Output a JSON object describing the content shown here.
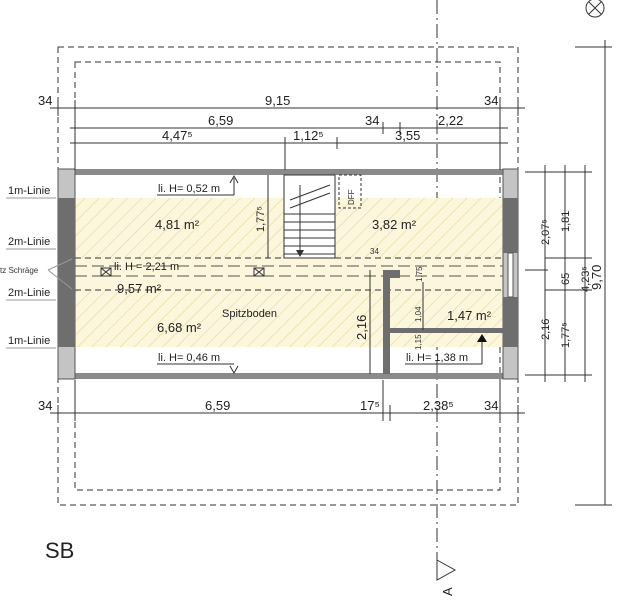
{
  "plan_label": "SB",
  "section_marker": "A",
  "dimensions_top": {
    "row1": [
      "34",
      "9,15",
      "34"
    ],
    "row2": [
      "6,59",
      "34",
      "2,22"
    ],
    "row3": [
      "4,47⁵",
      "1,12⁵",
      "3,55"
    ]
  },
  "dimensions_bottom": [
    "34",
    "6,59",
    "17⁵",
    "2,38⁵",
    "34"
  ],
  "dimensions_right": [
    "2,07⁵",
    "1,81",
    "65",
    "4,23⁵",
    "2,16",
    "1,77⁵",
    "9,70"
  ],
  "dimensions_inner": {
    "stair": "1,77⁵",
    "wall_gap": "34",
    "small": "1,75",
    "partition_height": "2,16",
    "partition_gap": "1,04",
    "bottom_small": "1,15"
  },
  "left_labels": [
    "1m-Linie",
    "2m-Linie",
    "tz Schräge",
    "2m-Linie",
    "1m-Linie"
  ],
  "heights": {
    "top": "li. H= 0,52 m",
    "middle": "li. H = 2,21 m",
    "bottom": "li. H= 0,46 m",
    "room": "li. H= 1,38 m"
  },
  "areas": {
    "upper_left": "4,81 m²",
    "upper_right": "3,82 m²",
    "middle": "9,57 m²",
    "lower": "6,68 m²",
    "small_room": "1,47 m²"
  },
  "room_name": "Spitzboden",
  "skylight": "DFF",
  "colors": {
    "hatch": "#e8dc9a",
    "area_fill": "#fbf6dc",
    "wall_dark": "#6e6e6e",
    "wall_light": "#c4c4c4"
  }
}
